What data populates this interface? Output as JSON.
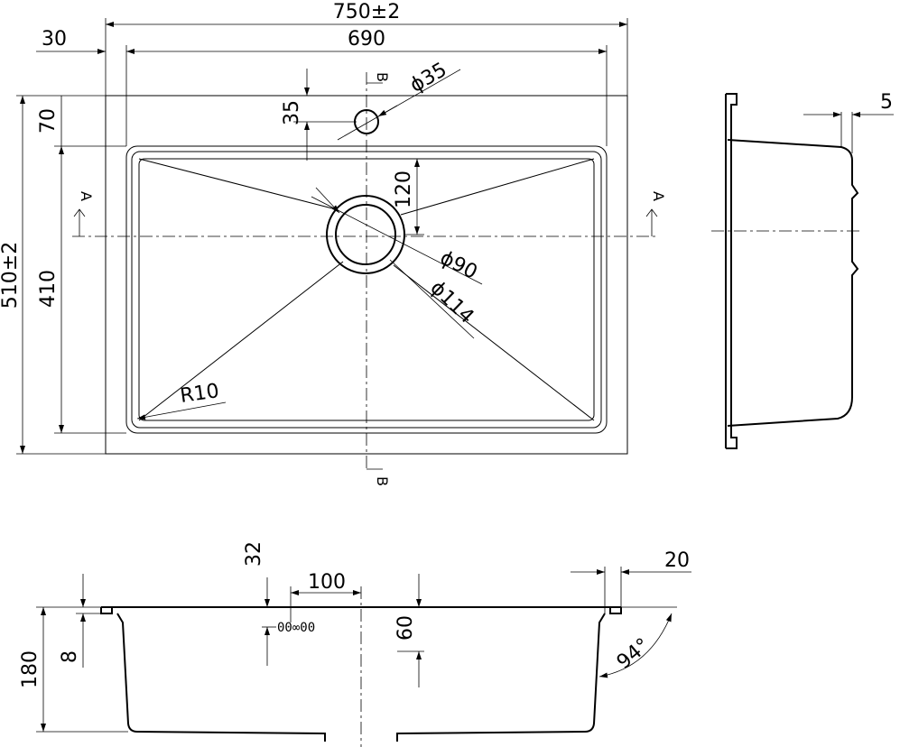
{
  "top_view": {
    "overall_width": "750±2",
    "inner_width": "690",
    "rim_left": "30",
    "overall_depth": "510±2",
    "inner_depth": "410",
    "rim_top": "70",
    "tap_hole_offset": "35",
    "tap_hole_diameter": "ϕ35",
    "drain_offset": "120",
    "drain_diameter": "ϕ90",
    "drain_outer_diameter": "ϕ114",
    "corner_radius": "R10",
    "section_a": "A",
    "section_b": "B"
  },
  "side_view": {
    "rim_width": "5"
  },
  "front_view": {
    "depth": "180",
    "rim_thickness": "8",
    "overflow_height": "32",
    "overflow_width": "100",
    "drain_height": "60",
    "flange": "20",
    "angle": "94°",
    "overflow_label": "00∞00"
  }
}
